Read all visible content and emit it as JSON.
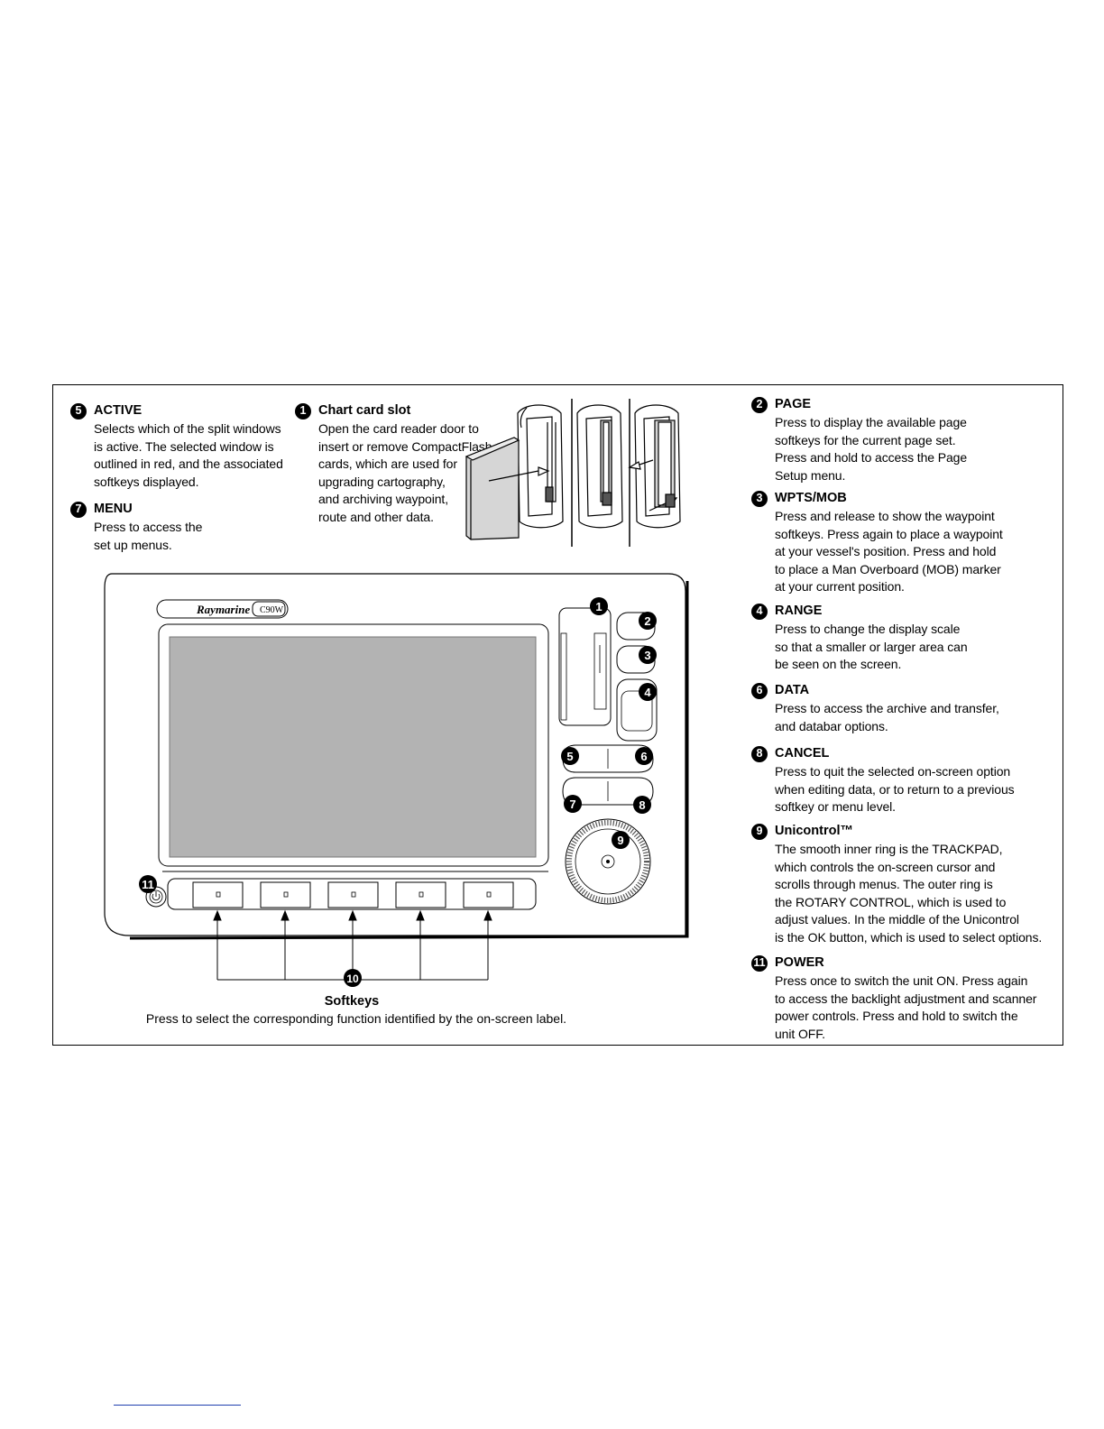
{
  "brand": "Raymarine",
  "model": "C90W",
  "callouts": {
    "active": {
      "num": "5",
      "title": "ACTIVE",
      "text": "Selects which of the split windows\nis active. The selected window is\noutlined in red, and the associated\nsoftkeys displayed."
    },
    "menu": {
      "num": "7",
      "title": "MENU",
      "text": "Press to access the\nset up menus."
    },
    "chart_card_slot": {
      "num": "1",
      "title": "Chart card slot",
      "text": "Open the card reader door to\ninsert or remove CompactFlash\ncards, which are used for\nupgrading cartography,\nand archiving waypoint,\nroute and other data."
    },
    "page": {
      "num": "2",
      "title": "PAGE",
      "text": "Press to display the available page\nsoftkeys for the current page set.\nPress and hold to access the Page\nSetup menu."
    },
    "wpts_mob": {
      "num": "3",
      "title": "WPTS/MOB",
      "text": "Press and release to show the waypoint\nsoftkeys. Press again to place a waypoint\nat your vessel's position. Press and hold\nto place a Man Overboard (MOB) marker\nat your current position."
    },
    "range": {
      "num": "4",
      "title": "RANGE",
      "text": "Press to change the display scale\nso that a smaller or larger area can\nbe seen on the screen."
    },
    "data": {
      "num": "6",
      "title": "DATA",
      "text": "Press to access the archive and transfer,\nand databar options."
    },
    "cancel": {
      "num": "8",
      "title": "CANCEL",
      "text": "Press to quit the selected on-screen option\nwhen editing data, or to return to a previous\nsoftkey or menu level."
    },
    "unicontrol": {
      "num": "9",
      "title": "Unicontrol™",
      "text": "The smooth inner ring is the TRACKPAD,\nwhich controls the on-screen cursor and\nscrolls through menus. The outer ring is\nthe ROTARY CONTROL, which is used to\nadjust values. In the middle of the Unicontrol\nis the OK button, which is used to select options."
    },
    "power": {
      "num": "11",
      "title": "POWER",
      "text": "Press once to switch the unit ON. Press again\nto access the backlight adjustment and scanner\npower controls. Press and hold to switch the\nunit OFF."
    }
  },
  "softkeys": {
    "num": "10",
    "title": "Softkeys",
    "text": "Press to select the corresponding function identified by the on-screen label."
  },
  "diagram_markers": {
    "m1": "1",
    "m2": "2",
    "m3": "3",
    "m4": "4",
    "m5": "5",
    "m6": "6",
    "m7": "7",
    "m8": "8",
    "m9": "9",
    "m10": "10",
    "m11": "11"
  },
  "colors": {
    "screen": "#b3b3b3",
    "line": "#000000",
    "marker": "#000000"
  }
}
